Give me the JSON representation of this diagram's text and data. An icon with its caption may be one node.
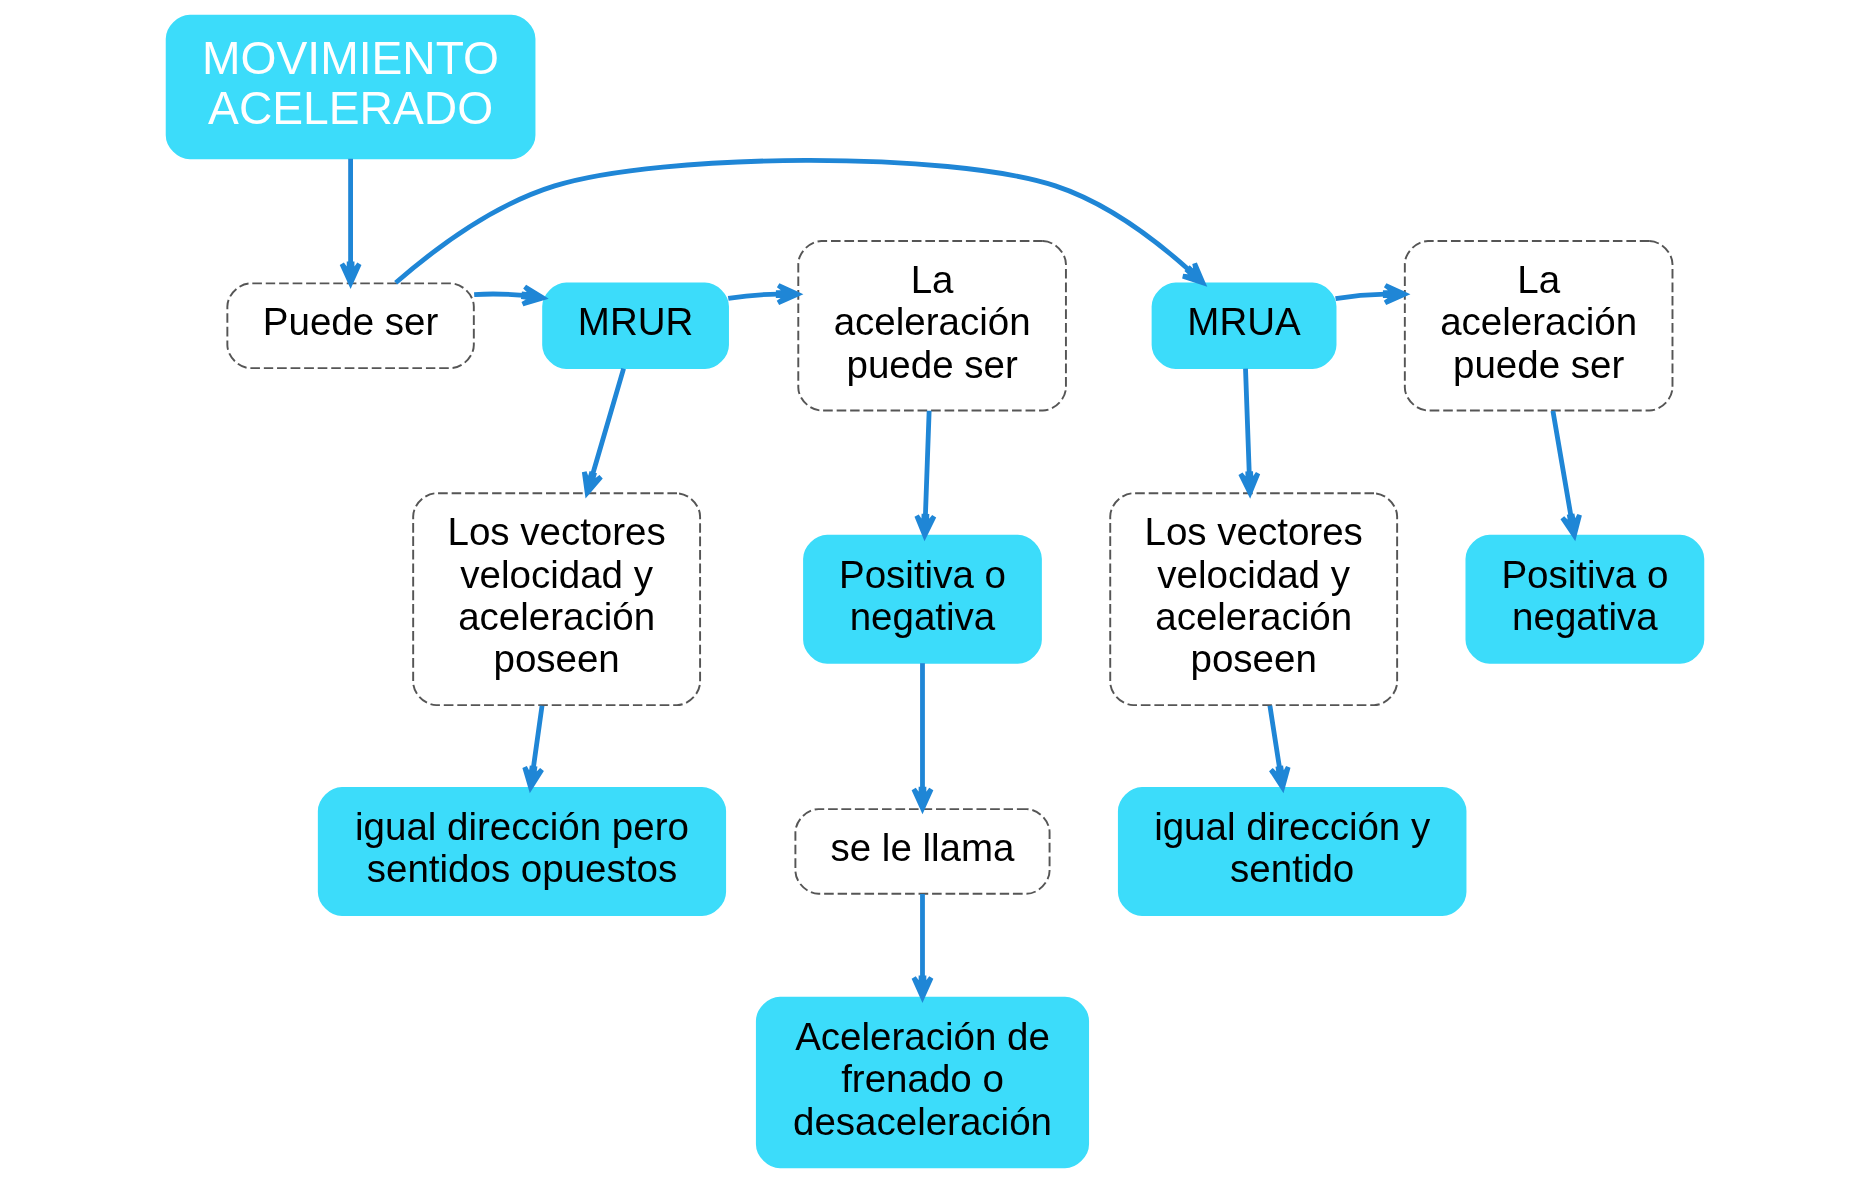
{
  "diagram": {
    "nodes": [
      {
        "text": [
          "MOVIMIENTO ACELERADO"
        ]
      },
      {
        "text": [
          "Puede ser"
        ]
      },
      {
        "text": [
          "MRUA"
        ]
      },
      {
        "text": [
          "MRUR"
        ]
      },
      {
        "text": [
          "La aceleración puede ser"
        ]
      },
      {
        "text": [
          "Los vectores velocidad y aceleración poseen"
        ]
      },
      {
        "text": [
          "Positiva o negativa"
        ]
      },
      {
        "text": [
          "igual dirección y sentido"
        ]
      },
      {
        "text": [
          "Los vectores velocidad y aceleración poseen"
        ]
      },
      {
        "text": [
          "igual dirección pero sentidos opuestos"
        ]
      },
      {
        "text": [
          "La aceleración puede ser"
        ]
      },
      {
        "text": [
          "Positiva o negativa"
        ]
      },
      {
        "text": [
          "se le llama"
        ]
      },
      {
        "text": [
          "Aceleración de frenado o desaceleración"
        ]
      }
    ],
    "edges": [
      {
        "from": 0,
        "to": 1,
        "arrow": "to"
      },
      {
        "from": 1,
        "to": 2,
        "arrow": "to"
      },
      {
        "from": 1,
        "to": 3,
        "arrow": "to"
      },
      {
        "from": 2,
        "to": 4,
        "arrow": "to"
      },
      {
        "from": 2,
        "to": 5,
        "arrow": "to"
      },
      {
        "from": 4,
        "to": 6,
        "arrow": "to"
      },
      {
        "from": 5,
        "to": 7,
        "arrow": "to"
      },
      {
        "from": 3,
        "to": 8,
        "arrow": "to"
      },
      {
        "from": 8,
        "to": 9,
        "arrow": "to"
      },
      {
        "from": 3,
        "to": 10,
        "arrow": "to"
      },
      {
        "from": 10,
        "to": 11,
        "arrow": "to"
      },
      {
        "from": 11,
        "to": 12,
        "arrow": "to"
      },
      {
        "from": 12,
        "to": 13,
        "arrow": "to"
      }
    ]
  }
}
